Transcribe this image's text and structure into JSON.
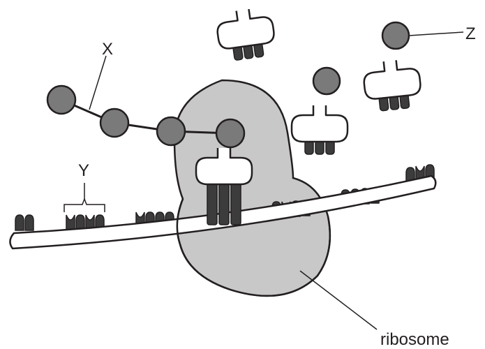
{
  "labels": {
    "x": "X",
    "y": "Y",
    "z": "Z",
    "ribosome": "ribosome"
  },
  "colors": {
    "outline": "#231f20",
    "ribosome_fill": "#c8c8c8",
    "amino_acid_fill": "#7a7a7a",
    "codon_fill": "#3c3c3c",
    "background": "#ffffff"
  }
}
